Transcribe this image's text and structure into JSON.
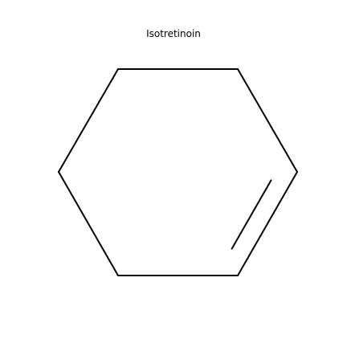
{
  "figure": {
    "title": "Isotretinoin"
  },
  "molecule": {
    "ring": "cyclohexene",
    "atoms": 6,
    "bonds": [
      {
        "from": 0,
        "to": 1,
        "order": 1
      },
      {
        "from": 1,
        "to": 2,
        "order": 1
      },
      {
        "from": 2,
        "to": 3,
        "order": 2
      },
      {
        "from": 3,
        "to": 4,
        "order": 1
      },
      {
        "from": 4,
        "to": 5,
        "order": 1
      },
      {
        "from": 5,
        "to": 0,
        "order": 1
      }
    ],
    "bond_color": "#000000"
  }
}
